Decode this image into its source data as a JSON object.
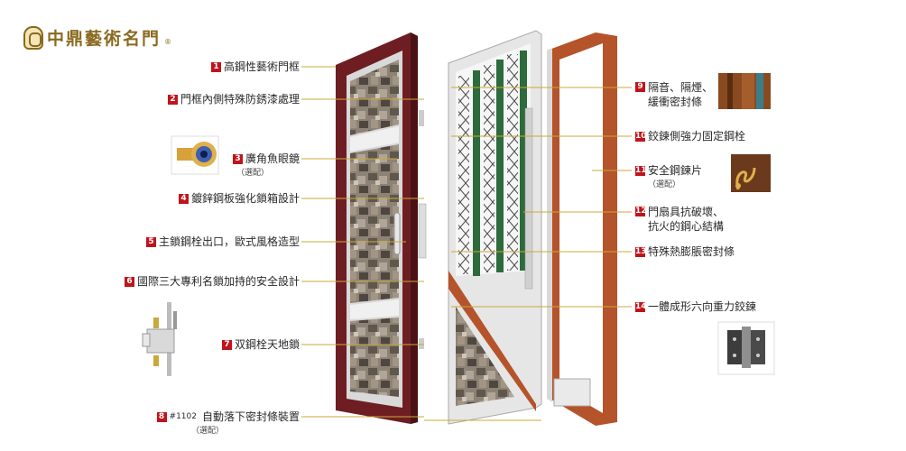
{
  "brand": {
    "name": "中鼎藝術名門",
    "reg": "®"
  },
  "labels": [
    {
      "num": "1",
      "text": "高鋼性藝術門框"
    },
    {
      "num": "2",
      "text": "門框內側特殊防銹漆處理"
    },
    {
      "num": "3",
      "text": "廣角魚眼鏡",
      "sub": "（選配）"
    },
    {
      "num": "4",
      "text": "鍍鋅鋼板強化鎖箱設計"
    },
    {
      "num": "5",
      "text": "主鎖鋼栓出口，歐式風格造型"
    },
    {
      "num": "6",
      "text": "國際三大專利名鎖加持的安全設計"
    },
    {
      "num": "7",
      "text": "双鋼栓天地鎖"
    },
    {
      "num": "8",
      "prefix": "#1102",
      "text": "自動落下密封條裝置",
      "sub": "（選配）"
    },
    {
      "num": "9",
      "line1": "隔音、隔煙、",
      "line2": "緩衝密封條"
    },
    {
      "num": "10",
      "text": "鉸鍊側強力固定鋼栓"
    },
    {
      "num": "11",
      "text": "安全鋼鍊片",
      "sub": "（選配）"
    },
    {
      "num": "12",
      "line1": "門扇具抗破壞、",
      "line2": "抗火的鋼心結構"
    },
    {
      "num": "13",
      "text": "特殊熱膨脹密封條"
    },
    {
      "num": "14",
      "text": "一體成形六向重力鉸鍊"
    }
  ],
  "colors": {
    "accent": "#c0141c",
    "leader": "#c9a83c",
    "frame": "#6e1e22",
    "outer_frame": "#b5532a"
  }
}
